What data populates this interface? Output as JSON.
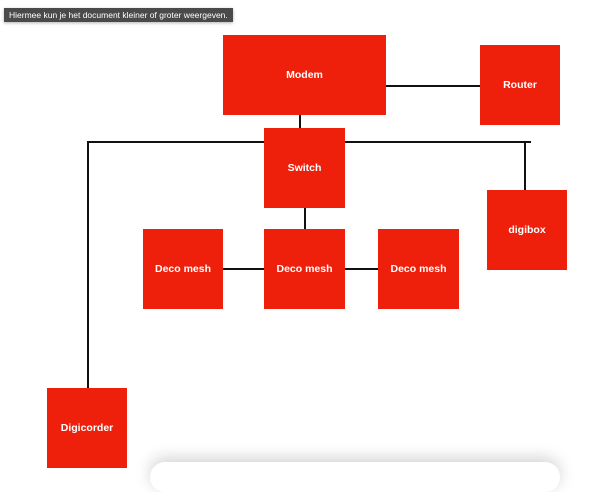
{
  "tooltip": "Hiermee kun je het document kleiner of groter weergeven.",
  "nodes": {
    "modem": "Modem",
    "router": "Router",
    "switch": "Switch",
    "digibox": "digibox",
    "deco_left": "Deco mesh",
    "deco_center": "Deco mesh",
    "deco_right": "Deco mesh",
    "digicorder": "Digicorder"
  },
  "colors": {
    "box": "#ee200c",
    "line": "#111111"
  }
}
